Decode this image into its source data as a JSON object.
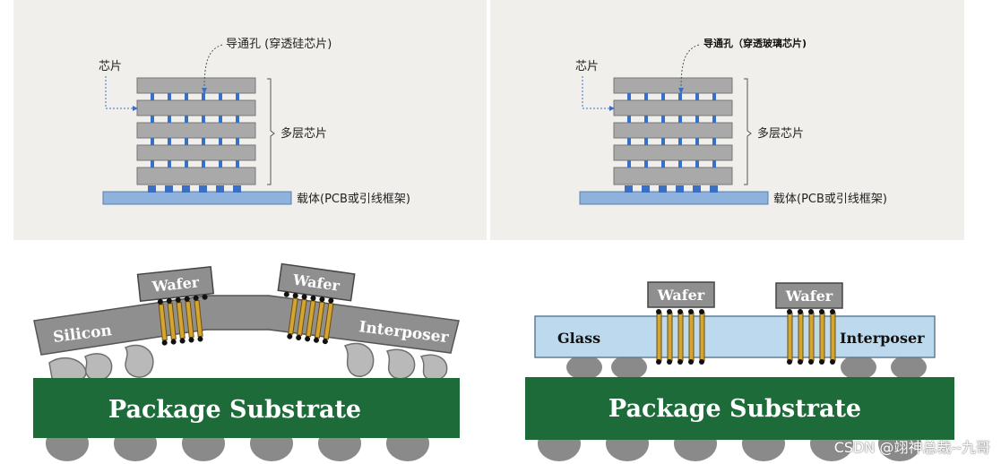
{
  "top_left": {
    "chip_label": "芯片",
    "via_label": "导通孔 (穿透硅芯片)",
    "stack_label": "多层芯片",
    "carrier_label": "载体(PCB或引线框架)"
  },
  "top_right": {
    "chip_label": "芯片",
    "via_label": "导通孔（穿透玻璃芯片)",
    "stack_label": "多层芯片",
    "carrier_label": "载体(PCB或引线框架)"
  },
  "bottom_left": {
    "wafer1": "Wafer",
    "wafer2": "Wafer",
    "interposer_left": "Silicon",
    "interposer_right": "Interposer",
    "substrate": "Package Substrate"
  },
  "bottom_right": {
    "wafer1": "Wafer",
    "wafer2": "Wafer",
    "interposer_left": "Glass",
    "interposer_right": "Interposer",
    "substrate": "Package Substrate"
  },
  "watermark": "CSDN @翊神总裁--九哥",
  "colors": {
    "panel_bg": "#f1efec",
    "chip_gray": "#a9a9a9",
    "via_blue": "#3a6fc4",
    "carrier_blue": "#8fb2dd",
    "substrate_green": "#1e6b3a",
    "glass_blue": "#bcd9ee",
    "wire_gold": "#d4a531"
  }
}
